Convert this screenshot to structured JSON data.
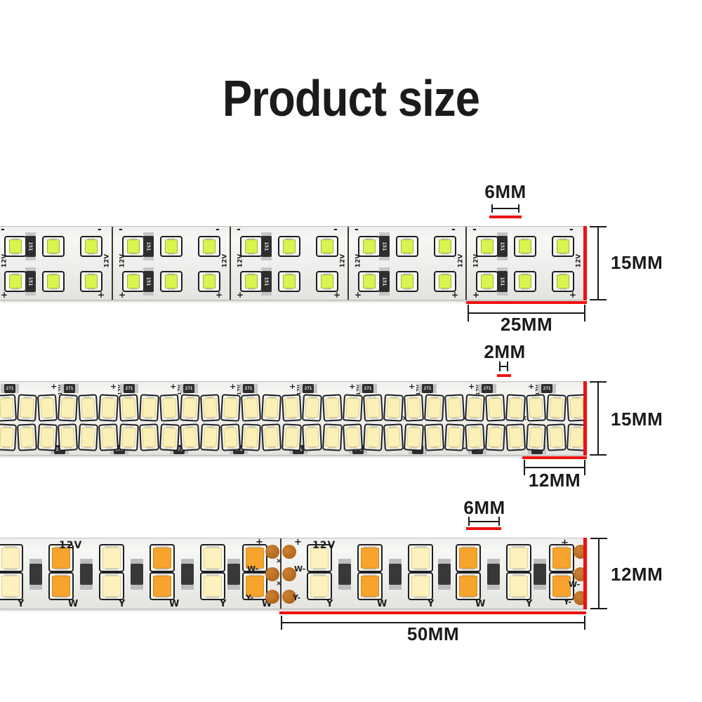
{
  "title": "Product size",
  "colors": {
    "accent_red": "#ee1111",
    "ink": "#1a1a1a",
    "pcb": "#f0f0ee",
    "copper": "#bf6a1f",
    "cool_led": "#d9f34f",
    "warm_pale_led": "#fbf0b6",
    "warm_orange_led": "#f6a42e"
  },
  "strips": [
    {
      "type": "double-row cool-white strip",
      "dims": {
        "top": "6MM",
        "right": "15MM",
        "bottom": "25MM"
      },
      "marks": {
        "voltage": "12V",
        "resistor_code": "151",
        "plus": "+",
        "minus": "-"
      },
      "led_color": "#d9f34f"
    },
    {
      "type": "double-row high-density warm strip",
      "dims": {
        "top": "2MM",
        "right": "15MM",
        "bottom": "12MM"
      },
      "marks": {
        "voltage": "12V",
        "resistor_code": "271",
        "plus": "+",
        "minus": "-",
        "cut": "×"
      },
      "led_color": "#fbf0b6"
    },
    {
      "type": "double-row CCT dual-color strip",
      "dims": {
        "top": "6MM",
        "right": "12MM",
        "bottom": "50MM"
      },
      "marks": {
        "voltage": "12V",
        "plus": "+",
        "w_minus": "W-",
        "y_minus": "Y-",
        "warm_letter": "W",
        "yellow_letter": "Y",
        "cut": "×"
      },
      "led_warm": "#f6a42e",
      "led_pale": "#fdf2bd"
    }
  ]
}
